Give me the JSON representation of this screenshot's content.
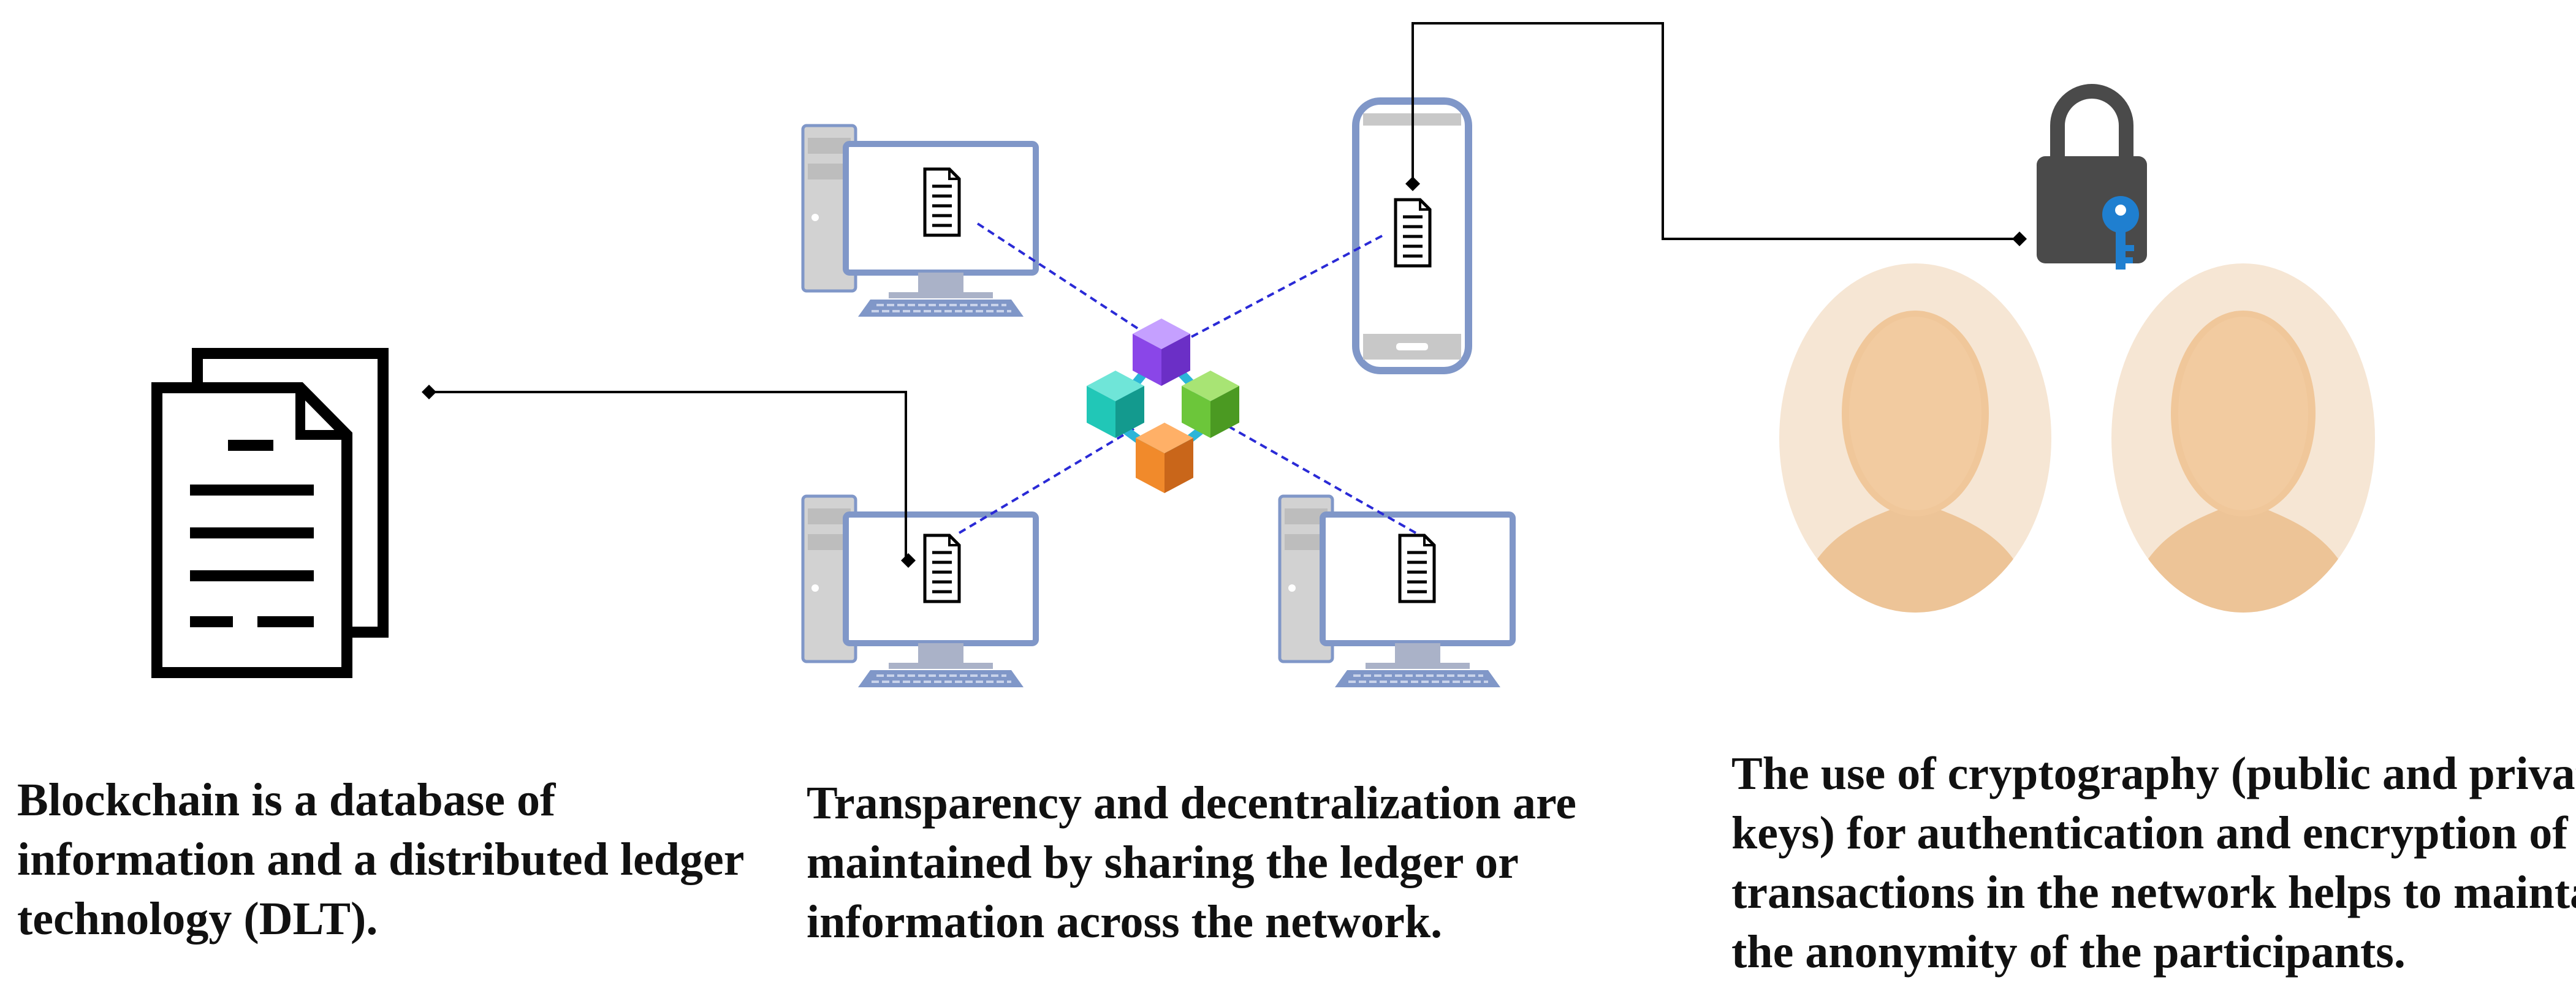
{
  "captions": {
    "left": [
      "Blockchain is a database of",
      "information and a distributed ledger",
      "technology (DLT)."
    ],
    "middle": [
      "Transparency and decentralization are",
      "maintained by sharing the ledger or",
      "information across the network."
    ],
    "right": [
      "The use of cryptography (public and private",
      "keys) for authentication and encryption of",
      "transactions in the network helps to maintain",
      "the anonymity of the participants."
    ]
  },
  "icons": {
    "ledger": "ledger-document-icon",
    "computer": "desktop-computer-icon",
    "phone": "smartphone-icon",
    "blockchain": "blockchain-cubes-icon",
    "lock": "padlock-icon",
    "key": "key-icon",
    "person": "person-avatar-icon"
  },
  "colors": {
    "device_outline": "#8097c8",
    "device_screen_bg": "#ffffff",
    "tower": "#c8c8c8",
    "network_link": "#2a2ad6",
    "connector": "#000000",
    "cube_purple": "#9b59f0",
    "cube_teal": "#21c7b7",
    "cube_green": "#6cc63a",
    "cube_orange": "#f18a2b",
    "lock_body": "#4a4a4a",
    "key": "#1f7fd0",
    "avatar_bg": "#f6e6d4",
    "skin": "#f0c79a"
  }
}
